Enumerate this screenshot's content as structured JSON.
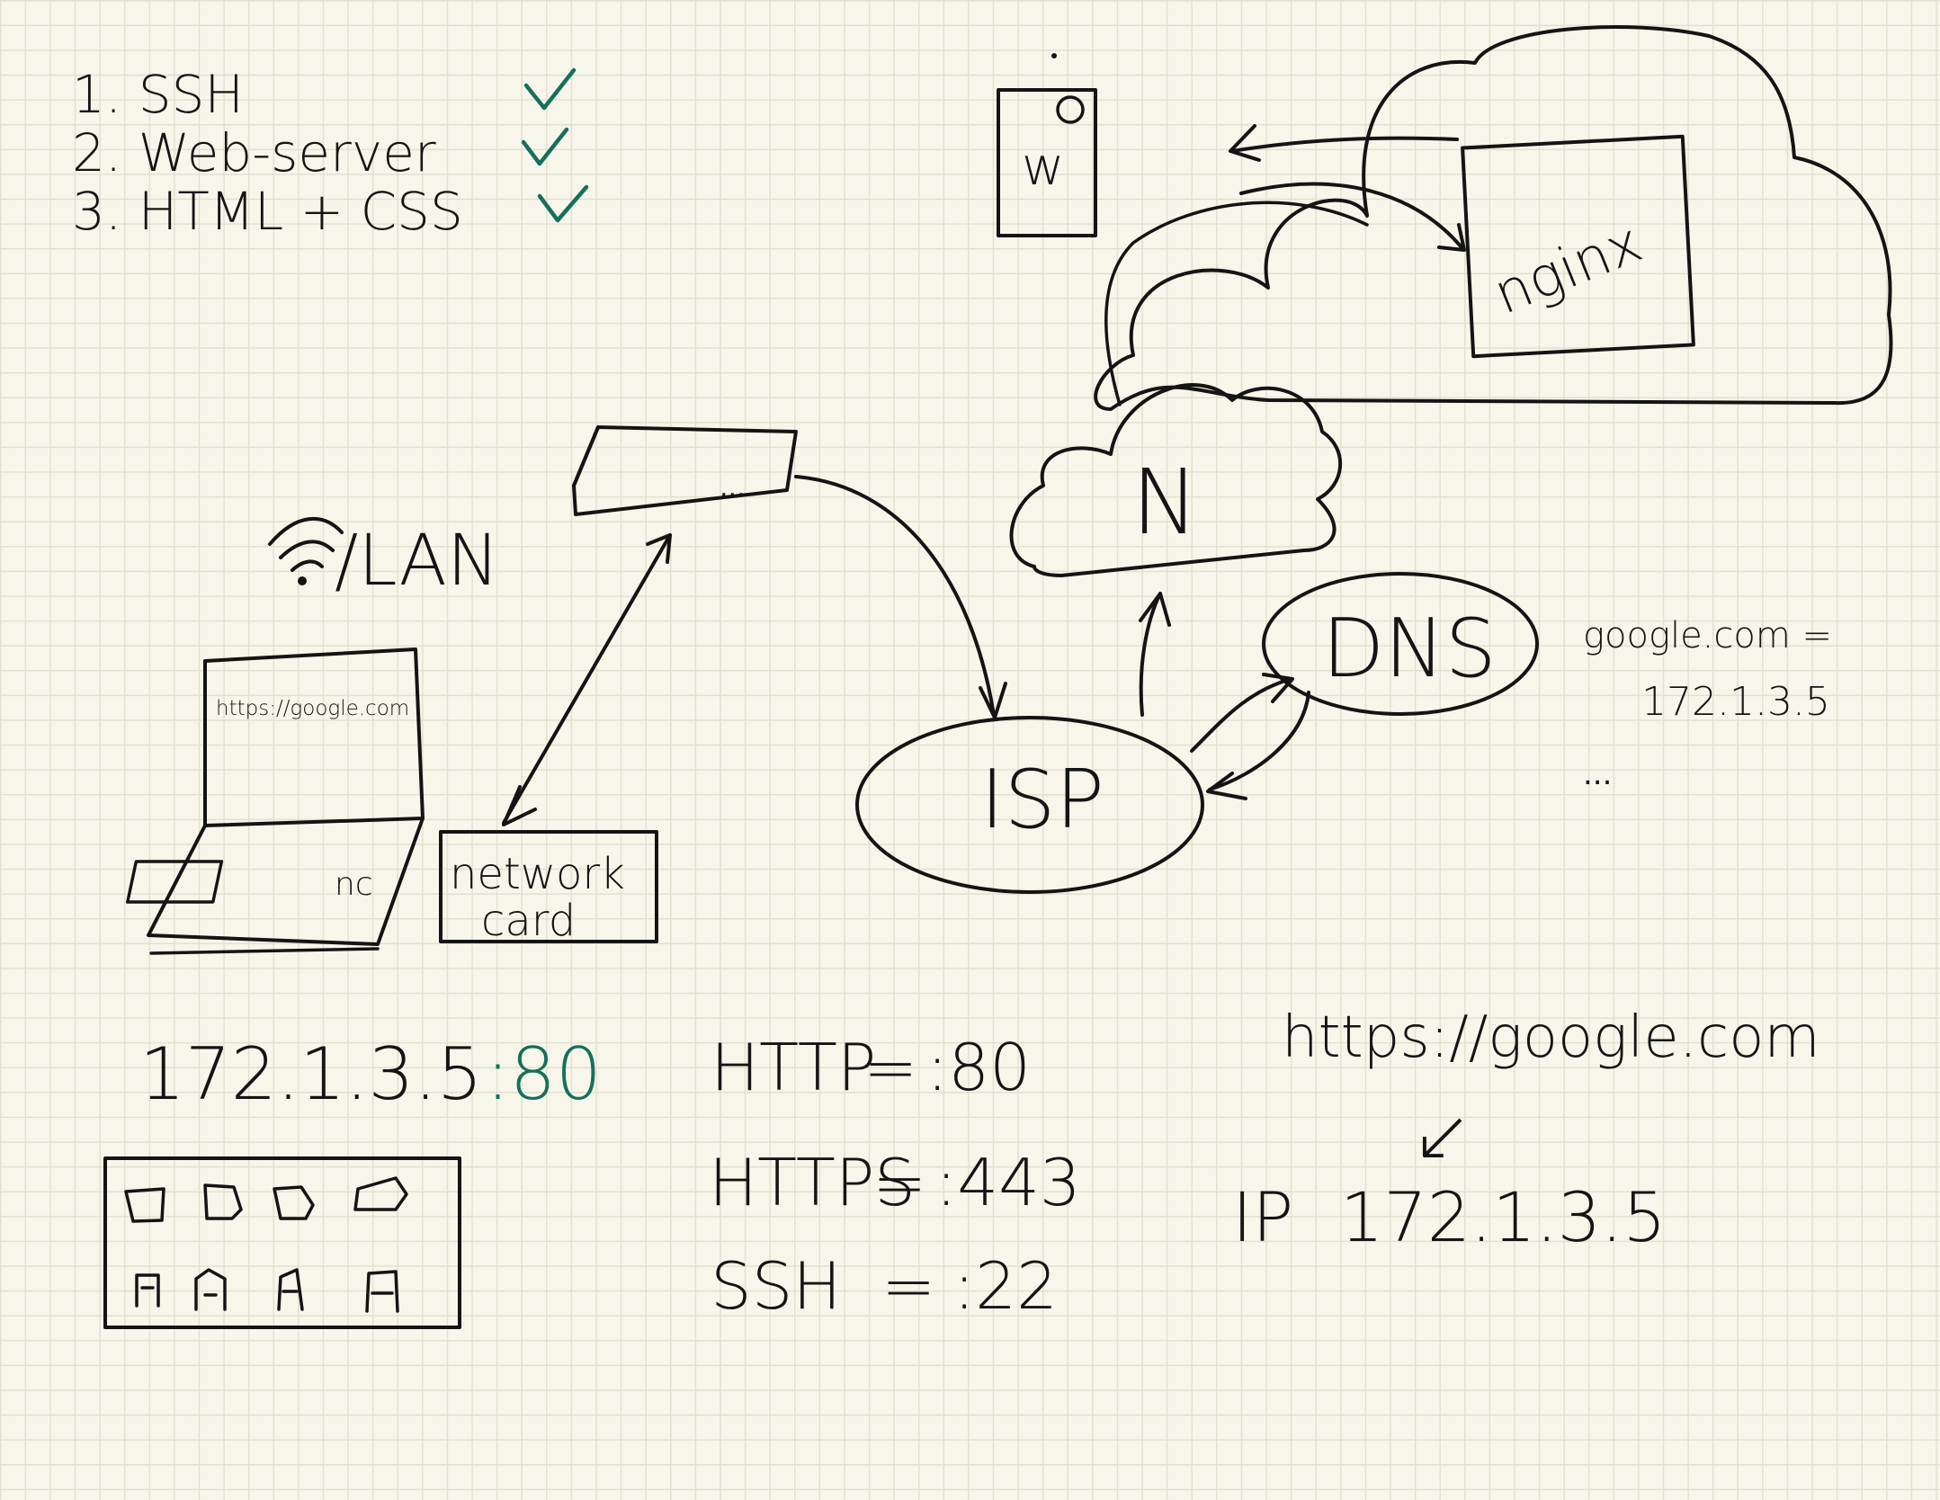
{
  "checklist": [
    {
      "label": "1. SSH",
      "done": true
    },
    {
      "label": "2. Web-server",
      "done": true
    },
    {
      "label": "3. HTML + CSS",
      "done": true
    }
  ],
  "server_box_label": "w",
  "cloud_label": "nginx",
  "internet_label": "N",
  "wifi_label": "/LAN",
  "laptop_url": "https://google.com",
  "laptop_nc_label": "nc",
  "network_card_label_line1": "network",
  "network_card_label_line2": "card",
  "router_dots": "...",
  "isp_label": "ISP",
  "dns_label": "DNS",
  "dns_table": {
    "entry": "google.com =",
    "ip": "172.1.3.5",
    "more": "..."
  },
  "address": {
    "ip": "172.1.3.5",
    "port": ":80"
  },
  "ports": [
    {
      "protocol": "HTTP",
      "eq": "=",
      "port": ":80"
    },
    {
      "protocol": "HTTPS",
      "eq": "=",
      "port": ":443"
    },
    {
      "protocol": "SSH",
      "eq": "=",
      "port": ":22"
    }
  ],
  "resolution": {
    "url": "https://google.com",
    "arrow": "↙",
    "ip_label": "IP",
    "ip": "172.1.3.5"
  },
  "colors": {
    "ink": "#141414",
    "accent_green": "#15705a",
    "paper": "#f8f6ea"
  }
}
